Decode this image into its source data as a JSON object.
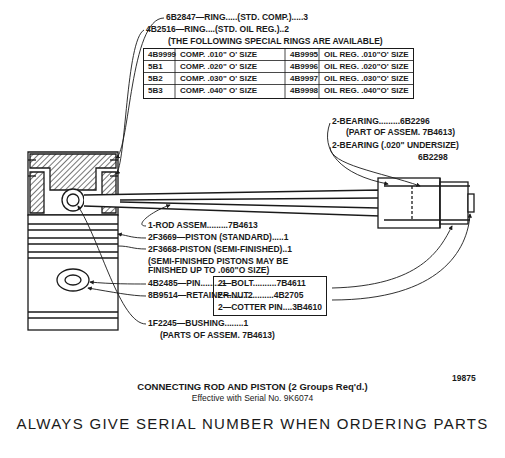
{
  "diagram": {
    "title": "CONNECTING ROD AND PISTON (2 Groups Req'd.)",
    "caption": "ALWAYS GIVE SERIAL NUMBER WHEN ORDERING PARTS",
    "nodes": [
      {
        "text": [
          "4B9999",
          "COMP. .010\" O' SIZE",
          "4B9995",
          "OIL REG. .010\"O' SIZE",
          "5B1",
          "COMP. .020\" O' SIZE",
          "4B9996",
          "OIL REG. .020\"O' SIZE",
          "5B2",
          "COMP. .030\" O' SIZE",
          "4B9997",
          "OIL REG. .030\"O' SIZE",
          "5B3",
          "COMP. .040\" O' SIZE",
          "4B9998",
          "OIL REG. .040\"O' SIZE"
        ]
      },
      {
        "text": [
          "2—BOLT..........7B4611",
          "2—NUT...........4B2705",
          "2—COTTER PIN....3B4610"
        ]
      }
    ],
    "labels": [
      "6B2847—RING.....(STD. COMP.).....3",
      "4B2516—RING....(STD. OIL REG.)..2",
      "(THE FOLLOWING SPECIAL RINGS ARE AVAILABLE)",
      "2-BEARING.........6B2296",
      "(PART OF ASSEM. 7B4613)",
      "2-BEARING (.020\" UNDERSIZE)",
      "6B2298",
      "1-ROD ASSEM.........7B4613",
      "2F3669—PISTON (STANDARD).....1",
      "2F3668-PISTON (SEMI-FINISHED)..1",
      "(SEMI-FINISHED PISTONS MAY BE FINISHED UP TO .060\"O SIZE)",
      "4B2485—PIN.........1",
      "8B9514—RETAINER........2",
      "1F2245—BUSHING........1",
      "(PARTS OF ASSEM. 7B4613)",
      "19875",
      "Effective with Serial No. 9K6074"
    ]
  }
}
